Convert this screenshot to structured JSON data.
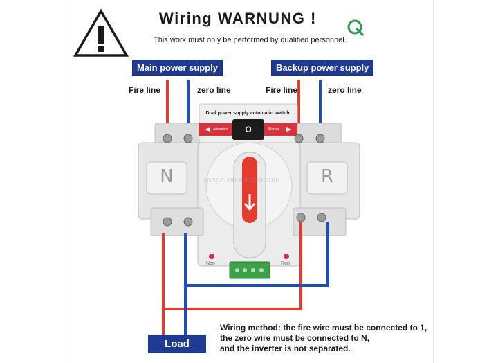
{
  "header": {
    "title": "Wiring WARNUNG !",
    "subtitle": "This work must only be performed by qualified personnel."
  },
  "supplies": {
    "main": {
      "label": "Main power supply",
      "fire": "Fire line",
      "zero": "zero line"
    },
    "backup": {
      "label": "Backup power supply",
      "fire": "Fire line",
      "zero": "zero line"
    }
  },
  "device": {
    "label": "Dual power supply automatic switch",
    "automatic": "Automatic",
    "manual": "Manual",
    "switch_symbol": "O",
    "left_letter": "N",
    "right_letter": "R",
    "left_indicator": "Non",
    "right_indicator": "Ron",
    "watermark": "cnopai.en.alibaba.com"
  },
  "load": {
    "label": "Load"
  },
  "method": {
    "lines": [
      "Wiring method: the fire wire must be connected to 1,",
      "the zero  wire must be connected to N,",
      "and the inverter is not separated."
    ]
  },
  "colors": {
    "fire": "#e53a2e",
    "zero": "#1f4fbf",
    "label_bg": "#1f3a93",
    "handle": "#e53a2e",
    "device_body": "#e6e6e6",
    "terminal": "#3aa34a"
  },
  "icons": {
    "warning": "warning-triangle-icon",
    "logo": "q-logo-icon"
  }
}
